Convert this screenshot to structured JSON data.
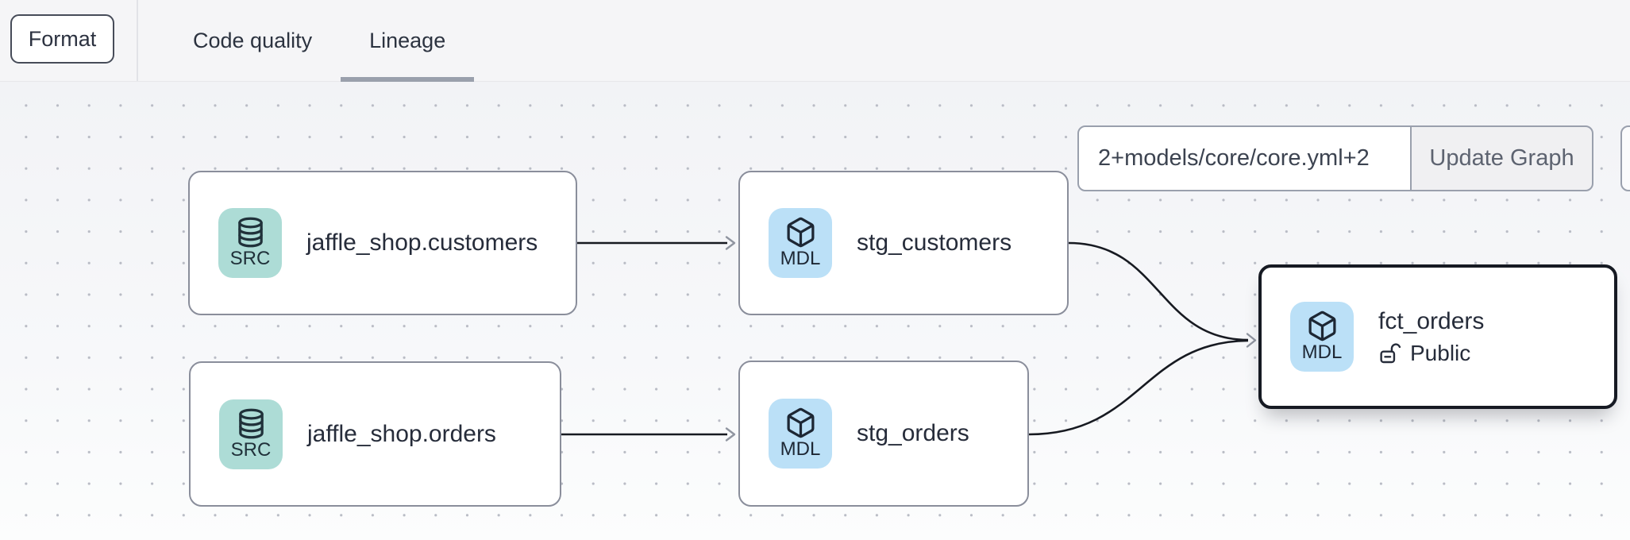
{
  "toolbar": {
    "format_label": "Format"
  },
  "tabs": {
    "code_quality": {
      "label": "Code quality",
      "active": false
    },
    "lineage": {
      "label": "Lineage",
      "active": true
    }
  },
  "lineage_controls": {
    "selector_value": "2+models/core/core.yml+2",
    "update_button_label": "Update Graph"
  },
  "graph": {
    "nodes": [
      {
        "badge": "SRC",
        "icon": "database-icon",
        "label": "jaffle_shop.customers"
      },
      {
        "badge": "MDL",
        "icon": "cube-icon",
        "label": "stg_customers"
      },
      {
        "badge": "SRC",
        "icon": "database-icon",
        "label": "jaffle_shop.orders"
      },
      {
        "badge": "MDL",
        "icon": "cube-icon",
        "label": "stg_orders"
      },
      {
        "badge": "MDL",
        "icon": "cube-icon",
        "label": "fct_orders",
        "access": "Public",
        "access_icon": "unlock-icon",
        "selected": true
      }
    ],
    "edges": [
      {
        "from": "jaffle_shop.customers",
        "to": "stg_customers"
      },
      {
        "from": "jaffle_shop.orders",
        "to": "stg_orders"
      },
      {
        "from": "stg_customers",
        "to": "fct_orders"
      },
      {
        "from": "stg_orders",
        "to": "fct_orders"
      }
    ]
  },
  "colors": {
    "topbar_bg": "#f5f5f7",
    "tab_underline": "#9aa0ac",
    "src_badge_bg": "#addcd6",
    "mdl_badge_bg": "#bbe0f7",
    "node_border": "#8a8e9b",
    "selected_node_border": "#161a23",
    "edge_stroke": "#171a21",
    "arrowhead": "#9095a0",
    "canvas_dot": "#b9bcc5",
    "update_button_bg": "#f0f0f2"
  }
}
